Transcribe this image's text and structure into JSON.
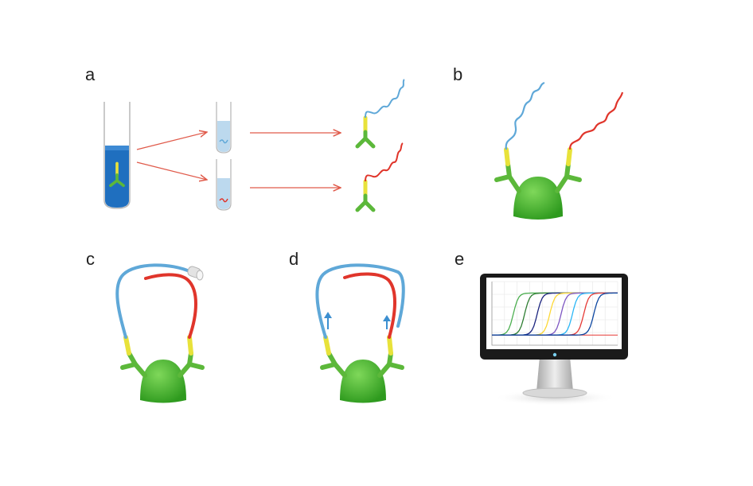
{
  "panels": {
    "a": {
      "label": "a"
    },
    "b": {
      "label": "b"
    },
    "c": {
      "label": "c"
    },
    "d": {
      "label": "d"
    },
    "e": {
      "label": "e"
    }
  },
  "colors": {
    "antibody_green": "#5cb83a",
    "antibody_yellow": "#e8e23a",
    "dna_blue": "#5fa8d8",
    "dna_red": "#e0352b",
    "arrow_red": "#e05a4a",
    "tube_liquid": "#1f6fbf",
    "tube_liquid_light": "#bcd9ee",
    "bead_green": "#3fae2a",
    "monitor_frame": "#1a1a1a",
    "monitor_stand": "#c9c9c9"
  },
  "icons": {
    "tube": "test-tube-icon",
    "antibody": "antibody-icon",
    "bead": "bead-icon",
    "monitor": "monitor-icon"
  },
  "chart_data": {
    "type": "line",
    "series": [
      {
        "midpoint": 0.17,
        "color": "#4caf50"
      },
      {
        "midpoint": 0.26,
        "color": "#2e7d32"
      },
      {
        "midpoint": 0.36,
        "color": "#1a237e"
      },
      {
        "midpoint": 0.46,
        "color": "#fdd835"
      },
      {
        "midpoint": 0.55,
        "color": "#7e57c2"
      },
      {
        "midpoint": 0.64,
        "color": "#29b6f6"
      },
      {
        "midpoint": 0.73,
        "color": "#e53935"
      },
      {
        "midpoint": 0.81,
        "color": "#0d47a1"
      }
    ],
    "baseline": {
      "color": "#e53935"
    },
    "grid": true
  }
}
